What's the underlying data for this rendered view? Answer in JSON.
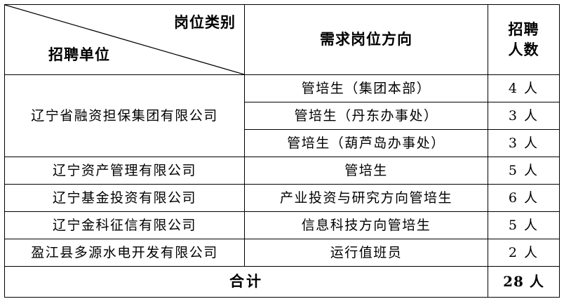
{
  "table": {
    "headers": {
      "corner_top_right": "岗位类别",
      "corner_bottom_left": "招聘单位",
      "direction": "需求岗位方向",
      "count": "招聘人数"
    },
    "rows": [
      {
        "unit": "辽宁省融资担保集团有限公司",
        "unit_rowspan": 3,
        "direction": "管培生（集团本部）",
        "count": "4 人"
      },
      {
        "unit": null,
        "direction": "管培生（丹东办事处）",
        "count": "3 人"
      },
      {
        "unit": null,
        "direction": "管培生（葫芦岛办事处）",
        "count": "3 人"
      },
      {
        "unit": "辽宁资产管理有限公司",
        "unit_rowspan": 1,
        "direction": "管培生",
        "count": "5 人"
      },
      {
        "unit": "辽宁基金投资有限公司",
        "unit_rowspan": 1,
        "direction": "产业投资与研究方向管培生",
        "count": "6 人"
      },
      {
        "unit": "辽宁金科征信有限公司",
        "unit_rowspan": 1,
        "direction": "信息科技方向管培生",
        "count": "5 人"
      },
      {
        "unit": "盈江县多源水电开发有限公司",
        "unit_rowspan": 1,
        "direction": "运行值班员",
        "count": "2 人"
      }
    ],
    "total": {
      "label": "合计",
      "count": "28 人"
    }
  },
  "style": {
    "border_color": "#000000",
    "background": "#ffffff",
    "text_color": "#000000"
  }
}
